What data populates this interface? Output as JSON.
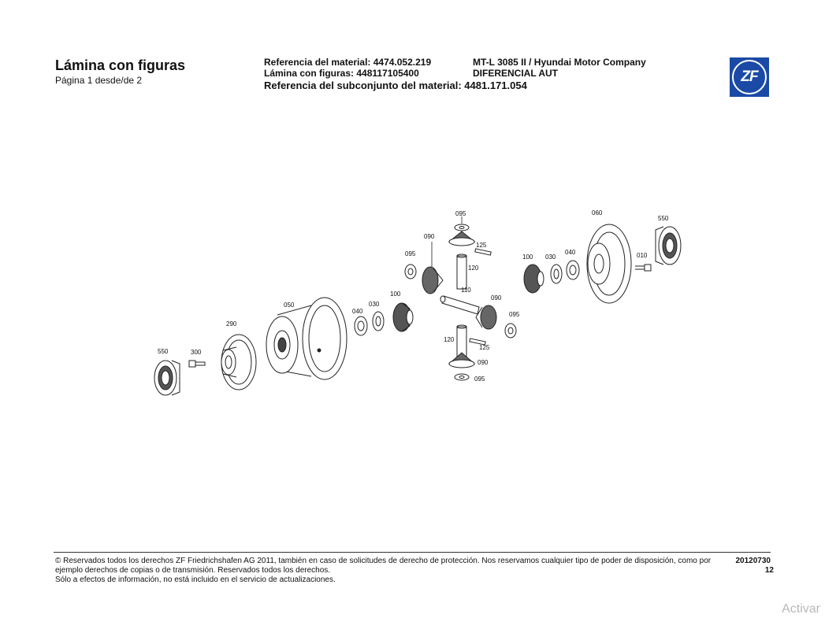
{
  "header": {
    "title": "Lámina con figuras",
    "page_info": "Página 1 desde/de 2",
    "material_ref": "Referencia del material: 4474.052.219",
    "figure_sheet": "Lámina con figuras: 448117105400",
    "subassembly_ref": "Referencia del subconjunto del material: 4481.171.054",
    "model": "MT-L 3085 II / Hyundai Motor Company",
    "assembly": "DIFERENCIAL AUT",
    "logo_text": "ZF"
  },
  "diagram": {
    "labels": {
      "l550a": "550",
      "l300": "300",
      "l290": "290",
      "l050": "050",
      "l040a": "040",
      "l030a": "030",
      "l100a": "100",
      "l095a": "095",
      "l090a": "090",
      "l095b": "095",
      "l125a": "125",
      "l120a": "120",
      "l110": "110",
      "l090b": "090",
      "l095c": "095",
      "l120b": "120",
      "l125b": "125",
      "l090c": "090",
      "l095d": "095",
      "l100b": "100",
      "l030b": "030",
      "l040b": "040",
      "l060": "060",
      "l010": "010",
      "l550b": "550"
    }
  },
  "footer": {
    "line1": "© Reservados todos los derechos ZF Friedrichshafen AG 2011, también en caso de solicitudes de derecho de protección. Nos reservamos cualquier tipo de poder de disposición, como por",
    "line2": "ejemplo derechos de copias o de transmisión. Reservados todos los derechos.",
    "line3": "Sólo a efectos de información, no está incluido en el servicio de actualizaciones.",
    "date": "20120730",
    "number": "12"
  },
  "overlay": {
    "watermark": "Activar"
  }
}
